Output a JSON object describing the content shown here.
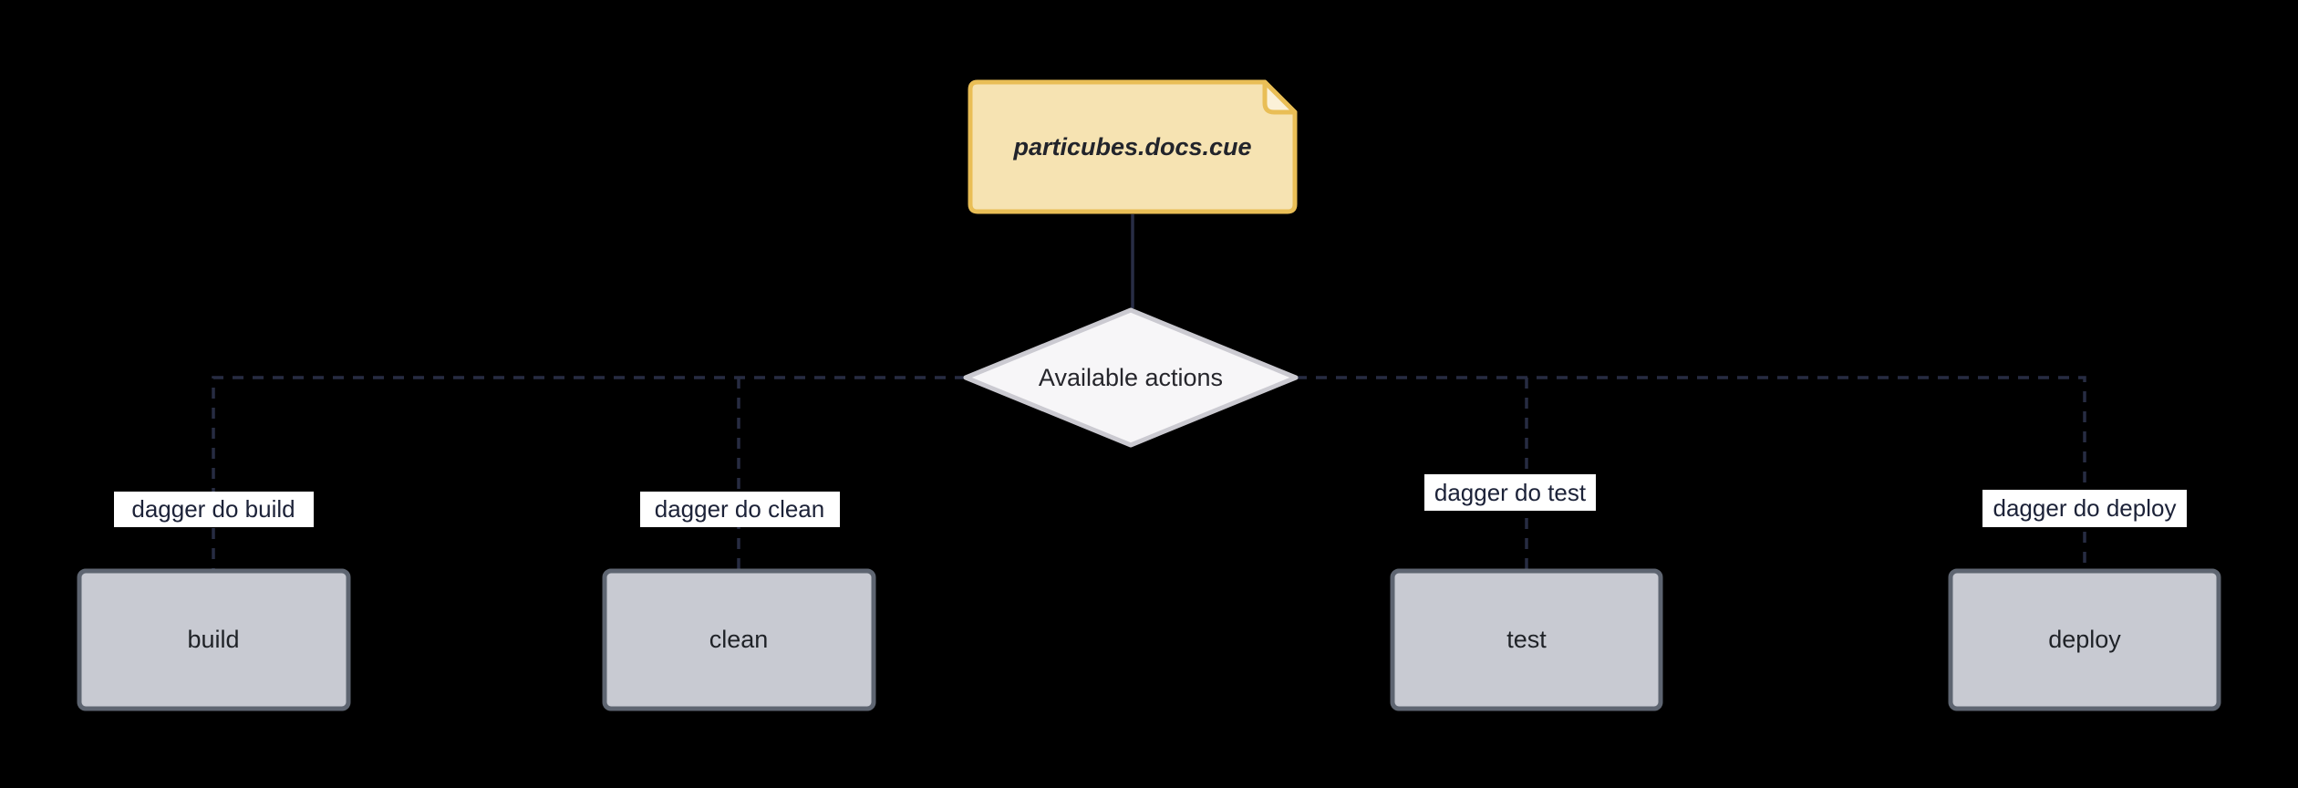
{
  "diagram": {
    "type": "flowchart",
    "background_color": "#000000",
    "source_node": {
      "label": "particubes.docs.cue",
      "shape": "note",
      "fill": "#F6E3B2",
      "border": "#E9BE56"
    },
    "decision_node": {
      "label": "Available actions",
      "shape": "diamond",
      "fill": "#F7F6F8",
      "border": "#CBCAD1"
    },
    "edge_style": {
      "color": "#272C42",
      "solid_color": "#282D45",
      "dashed": true
    },
    "label_style": {
      "background": "#FFFFFF",
      "text_color": "#1C2238"
    },
    "action_nodes": {
      "fill": "#C8CAD2",
      "border": "#5E6571",
      "items": [
        {
          "label": "build",
          "command": "dagger do build"
        },
        {
          "label": "clean",
          "command": "dagger do clean"
        },
        {
          "label": "test",
          "command": "dagger do test"
        },
        {
          "label": "deploy",
          "command": "dagger do deploy"
        }
      ]
    }
  }
}
